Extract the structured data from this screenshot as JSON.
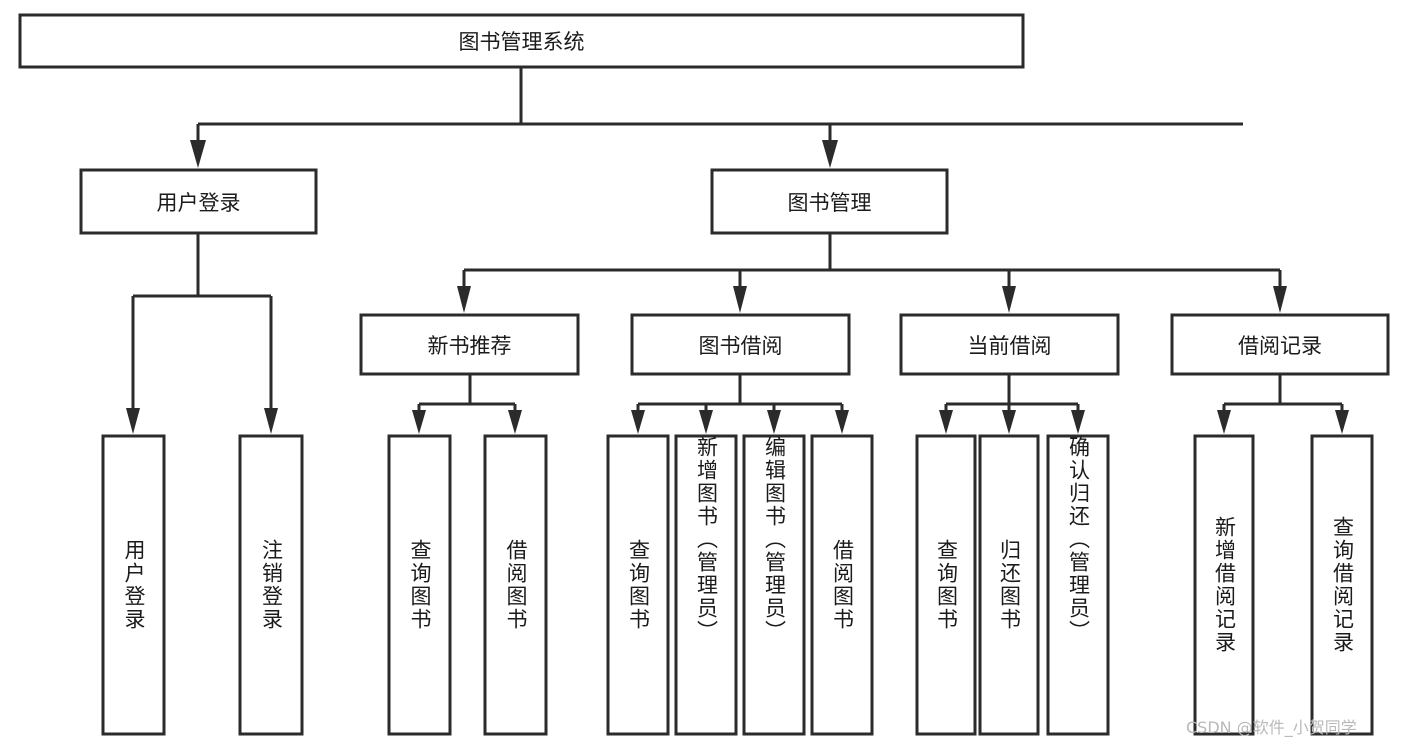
{
  "diagram": {
    "title": "图书管理系统",
    "type": "tree-hierarchy-diagram",
    "colors": {
      "box_fill": "#ffffff",
      "box_stroke": "#2b2b2b",
      "text": "#1b1b1b",
      "watermark": "#b9b9b9"
    },
    "root": {
      "label": "图书管理系统"
    },
    "level2": [
      {
        "label": "用户登录"
      },
      {
        "label": "图书管理"
      }
    ],
    "level3": [
      {
        "label": "新书推荐"
      },
      {
        "label": "图书借阅"
      },
      {
        "label": "当前借阅"
      },
      {
        "label": "借阅记录"
      }
    ],
    "leaves": {
      "user_login": [
        {
          "label": "用户登录"
        },
        {
          "label": "注销登录"
        }
      ],
      "new_book_recommend": [
        {
          "label": "查询图书"
        },
        {
          "label": "借阅图书"
        }
      ],
      "book_borrow": [
        {
          "label": "查询图书"
        },
        {
          "label": "新增图书（管理员）"
        },
        {
          "label": "编辑图书（管理员）"
        },
        {
          "label": "借阅图书"
        }
      ],
      "current_borrow": [
        {
          "label": "查询图书"
        },
        {
          "label": "归还图书"
        },
        {
          "label": "确认归还（管理员）"
        }
      ],
      "borrow_record": [
        {
          "label": "新增借阅记录"
        },
        {
          "label": "查询借阅记录"
        }
      ]
    }
  },
  "watermark": {
    "text": "CSDN @软件_小贺同学"
  }
}
